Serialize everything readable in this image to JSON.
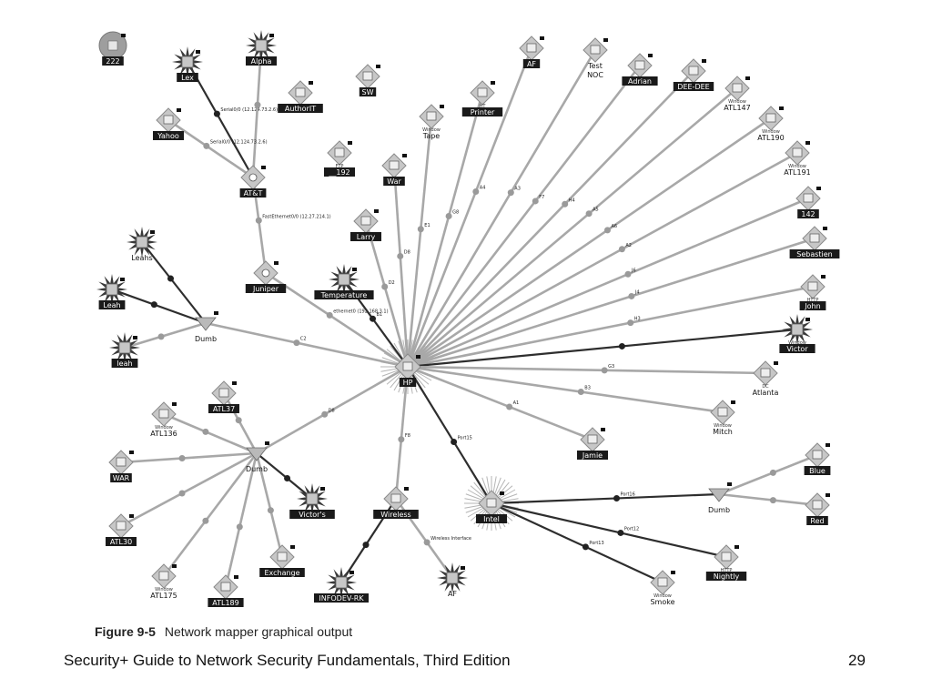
{
  "figure": {
    "number": "Figure 9-5",
    "caption": "Network mapper graphical output"
  },
  "footer": {
    "title": "Security+ Guide to Network Security Fundamentals, Third Edition",
    "page": "29"
  },
  "colors": {
    "edge_light": "#a8a8a8",
    "edge_dark": "#2e2e2e",
    "node_fill": "#c7c7c7",
    "label_bg": "#1a1a1a"
  },
  "nodes": [
    {
      "id": "n222",
      "label": "222",
      "sub": "",
      "style": "box",
      "icon": "circle-device-icon"
    },
    {
      "id": "lex",
      "label": "Lex",
      "sub": "",
      "style": "box",
      "icon": "starburst-device-icon"
    },
    {
      "id": "alpha",
      "label": "Alpha",
      "sub": "",
      "style": "box",
      "icon": "starburst-device-icon"
    },
    {
      "id": "authorit",
      "label": "AuthorIT",
      "sub": "",
      "style": "box",
      "icon": "diamond-device-icon"
    },
    {
      "id": "sw",
      "label": "SW",
      "sub": "",
      "style": "box",
      "icon": "diamond-device-icon"
    },
    {
      "id": "yahoo",
      "label": "Yahoo",
      "sub": "",
      "style": "box",
      "icon": "diamond-device-icon"
    },
    {
      "id": "n192",
      "label": "__192",
      "sub": "FTP",
      "style": "box",
      "icon": "diamond-device-icon"
    },
    {
      "id": "att",
      "label": "AT&T",
      "sub": "",
      "style": "box",
      "icon": "router-icon"
    },
    {
      "id": "war",
      "label": "War",
      "sub": "",
      "style": "box",
      "icon": "diamond-device-icon"
    },
    {
      "id": "tape",
      "label": "Tape",
      "sub": "Window",
      "style": "plain",
      "icon": "diamond-device-icon"
    },
    {
      "id": "printer",
      "label": "Printer",
      "sub": "HT",
      "style": "box",
      "icon": "diamond-device-icon"
    },
    {
      "id": "af1",
      "label": "AF",
      "sub": "",
      "style": "box",
      "icon": "diamond-device-icon"
    },
    {
      "id": "testnoc",
      "label": "Test\nNOC",
      "sub": "",
      "style": "plain",
      "icon": "diamond-device-icon"
    },
    {
      "id": "adrian",
      "label": "Adrian",
      "sub": "",
      "style": "box",
      "icon": "diamond-device-icon"
    },
    {
      "id": "deedee",
      "label": "DEE-DEE",
      "sub": "",
      "style": "box",
      "icon": "diamond-device-icon"
    },
    {
      "id": "atl147",
      "label": "ATL147",
      "sub": "Window",
      "style": "plain",
      "icon": "diamond-device-icon"
    },
    {
      "id": "atl190",
      "label": "ATL190",
      "sub": "Window",
      "style": "plain",
      "icon": "diamond-device-icon"
    },
    {
      "id": "atl191",
      "label": "ATL191",
      "sub": "Window",
      "style": "plain",
      "icon": "diamond-device-icon"
    },
    {
      "id": "n142",
      "label": "142",
      "sub": "",
      "style": "box",
      "icon": "diamond-device-icon"
    },
    {
      "id": "sebastien",
      "label": "Sebastien",
      "sub": "",
      "style": "box",
      "icon": "diamond-device-icon"
    },
    {
      "id": "john",
      "label": "John",
      "sub": "HTTP",
      "style": "box",
      "icon": "diamond-device-icon"
    },
    {
      "id": "victor",
      "label": "Victor",
      "sub": "Window",
      "style": "box",
      "icon": "starburst-device-icon"
    },
    {
      "id": "atlanta",
      "label": "Atlanta",
      "sub": "DC",
      "style": "plain",
      "icon": "diamond-device-icon"
    },
    {
      "id": "mitch",
      "label": "Mitch",
      "sub": "Window",
      "style": "plain",
      "icon": "diamond-device-icon"
    },
    {
      "id": "jamie",
      "label": "Jamie",
      "sub": "",
      "style": "box",
      "icon": "diamond-device-icon"
    },
    {
      "id": "leahs",
      "label": "Leahs",
      "sub": "",
      "style": "plain",
      "icon": "starburst-device-icon"
    },
    {
      "id": "leah",
      "label": "Leah",
      "sub": "",
      "style": "box",
      "icon": "starburst-device-icon"
    },
    {
      "id": "leah2",
      "label": "leah",
      "sub": "",
      "style": "box",
      "icon": "starburst-device-icon"
    },
    {
      "id": "dumb1",
      "label": "Dumb",
      "sub": "",
      "style": "plain",
      "icon": "hub-icon"
    },
    {
      "id": "larry",
      "label": "Larry",
      "sub": "",
      "style": "box",
      "icon": "diamond-device-icon"
    },
    {
      "id": "juniper",
      "label": "Juniper",
      "sub": "",
      "style": "box",
      "icon": "router-icon"
    },
    {
      "id": "temperature",
      "label": "Temperature",
      "sub": "",
      "style": "box",
      "icon": "starburst-device-icon"
    },
    {
      "id": "hp",
      "label": "HP",
      "sub": "",
      "style": "box",
      "icon": "switch-icon"
    },
    {
      "id": "atl37",
      "label": "ATL37",
      "sub": "",
      "style": "box",
      "icon": "diamond-device-icon"
    },
    {
      "id": "atl136",
      "label": "ATL136",
      "sub": "Window",
      "style": "plain",
      "icon": "diamond-device-icon"
    },
    {
      "id": "dumb2",
      "label": "Dumb",
      "sub": "",
      "style": "plain",
      "icon": "hub-icon"
    },
    {
      "id": "war2",
      "label": "WAR",
      "sub": "",
      "style": "box",
      "icon": "diamond-device-icon"
    },
    {
      "id": "victors",
      "label": "Victor's",
      "sub": "",
      "style": "box",
      "icon": "starburst-device-icon"
    },
    {
      "id": "atl30",
      "label": "ATL30",
      "sub": "",
      "style": "box",
      "icon": "diamond-device-icon"
    },
    {
      "id": "exchange",
      "label": "Exchange",
      "sub": "",
      "style": "box",
      "icon": "diamond-device-icon"
    },
    {
      "id": "atl175",
      "label": "ATL175",
      "sub": "Window",
      "style": "plain",
      "icon": "diamond-device-icon"
    },
    {
      "id": "atl189",
      "label": "ATL189",
      "sub": "",
      "style": "box",
      "icon": "diamond-device-icon"
    },
    {
      "id": "wireless",
      "label": "Wireless",
      "sub": "",
      "style": "box",
      "icon": "diamond-device-icon"
    },
    {
      "id": "infodev",
      "label": "INFODEV-RK",
      "sub": "",
      "style": "box",
      "icon": "starburst-device-icon"
    },
    {
      "id": "af2",
      "label": "AF",
      "sub": "",
      "style": "plain",
      "icon": "starburst-device-icon"
    },
    {
      "id": "intel",
      "label": "Intel",
      "sub": "",
      "style": "box",
      "icon": "switch-icon"
    },
    {
      "id": "dumb3",
      "label": "Dumb",
      "sub": "",
      "style": "plain",
      "icon": "hub-icon"
    },
    {
      "id": "blue",
      "label": "Blue",
      "sub": "",
      "style": "box",
      "icon": "diamond-device-icon"
    },
    {
      "id": "red",
      "label": "Red",
      "sub": "",
      "style": "box",
      "icon": "diamond-device-icon"
    },
    {
      "id": "nightly",
      "label": "Nightly",
      "sub": "HTTP",
      "style": "box",
      "icon": "diamond-device-icon"
    },
    {
      "id": "smoke",
      "label": "Smoke",
      "sub": "Window",
      "style": "plain",
      "icon": "diamond-device-icon"
    }
  ],
  "edges": [
    {
      "from": "lex",
      "to": "att",
      "dark": true,
      "label": "Serial0/0 (12.124.73.2.6)"
    },
    {
      "from": "alpha",
      "to": "att",
      "dark": false,
      "label": ""
    },
    {
      "from": "yahoo",
      "to": "att",
      "dark": false,
      "label": "Serial0/0 (12.124.73.2.6)"
    },
    {
      "from": "att",
      "to": "juniper",
      "dark": false,
      "label": "FastEthernet0/0 (12.27.214.1)"
    },
    {
      "from": "juniper",
      "to": "hp",
      "dark": false,
      "label": "ethernet0 (192.168.3.1)"
    },
    {
      "from": "war",
      "to": "hp",
      "dark": false,
      "label": "D8"
    },
    {
      "from": "tape",
      "to": "hp",
      "dark": false,
      "label": "E1"
    },
    {
      "from": "printer",
      "to": "hp",
      "dark": false,
      "label": "G8"
    },
    {
      "from": "af1",
      "to": "hp",
      "dark": false,
      "label": "A4"
    },
    {
      "from": "testnoc",
      "to": "hp",
      "dark": false,
      "label": "A3"
    },
    {
      "from": "adrian",
      "to": "hp",
      "dark": false,
      "label": "F7"
    },
    {
      "from": "deedee",
      "to": "hp",
      "dark": false,
      "label": "H4"
    },
    {
      "from": "atl147",
      "to": "hp",
      "dark": false,
      "label": "A5"
    },
    {
      "from": "atl190",
      "to": "hp",
      "dark": false,
      "label": "A6"
    },
    {
      "from": "atl191",
      "to": "hp",
      "dark": false,
      "label": "A2"
    },
    {
      "from": "n142",
      "to": "hp",
      "dark": false,
      "label": "J6"
    },
    {
      "from": "sebastien",
      "to": "hp",
      "dark": false,
      "label": "J4"
    },
    {
      "from": "john",
      "to": "hp",
      "dark": false,
      "label": "H3"
    },
    {
      "from": "victor",
      "to": "hp",
      "dark": true,
      "label": ""
    },
    {
      "from": "atlanta",
      "to": "hp",
      "dark": false,
      "label": "G3"
    },
    {
      "from": "mitch",
      "to": "hp",
      "dark": false,
      "label": "B3"
    },
    {
      "from": "jamie",
      "to": "hp",
      "dark": false,
      "label": "A1"
    },
    {
      "from": "larry",
      "to": "hp",
      "dark": false,
      "label": "D2"
    },
    {
      "from": "temperature",
      "to": "hp",
      "dark": true,
      "label": "B1"
    },
    {
      "from": "dumb1",
      "to": "hp",
      "dark": false,
      "label": "C2"
    },
    {
      "from": "leahs",
      "to": "dumb1",
      "dark": true,
      "label": ""
    },
    {
      "from": "leah",
      "to": "dumb1",
      "dark": true,
      "label": ""
    },
    {
      "from": "leah2",
      "to": "dumb1",
      "dark": false,
      "label": ""
    },
    {
      "from": "dumb2",
      "to": "hp",
      "dark": false,
      "label": "D8"
    },
    {
      "from": "atl37",
      "to": "dumb2",
      "dark": false,
      "label": ""
    },
    {
      "from": "atl136",
      "to": "dumb2",
      "dark": false,
      "label": ""
    },
    {
      "from": "war2",
      "to": "dumb2",
      "dark": false,
      "label": ""
    },
    {
      "from": "victors",
      "to": "dumb2",
      "dark": true,
      "label": ""
    },
    {
      "from": "atl30",
      "to": "dumb2",
      "dark": false,
      "label": ""
    },
    {
      "from": "exchange",
      "to": "dumb2",
      "dark": false,
      "label": ""
    },
    {
      "from": "atl175",
      "to": "dumb2",
      "dark": false,
      "label": ""
    },
    {
      "from": "atl189",
      "to": "dumb2",
      "dark": false,
      "label": ""
    },
    {
      "from": "wireless",
      "to": "hp",
      "dark": false,
      "label": "F8"
    },
    {
      "from": "infodev",
      "to": "wireless",
      "dark": true,
      "label": ""
    },
    {
      "from": "af2",
      "to": "wireless",
      "dark": false,
      "label": "Wireless Interface"
    },
    {
      "from": "intel",
      "to": "hp",
      "dark": true,
      "label": "Port15"
    },
    {
      "from": "dumb3",
      "to": "intel",
      "dark": true,
      "label": "Port16"
    },
    {
      "from": "blue",
      "to": "dumb3",
      "dark": false,
      "label": ""
    },
    {
      "from": "red",
      "to": "dumb3",
      "dark": false,
      "label": ""
    },
    {
      "from": "nightly",
      "to": "intel",
      "dark": true,
      "label": "Port12"
    },
    {
      "from": "smoke",
      "to": "intel",
      "dark": true,
      "label": "Port13"
    }
  ]
}
